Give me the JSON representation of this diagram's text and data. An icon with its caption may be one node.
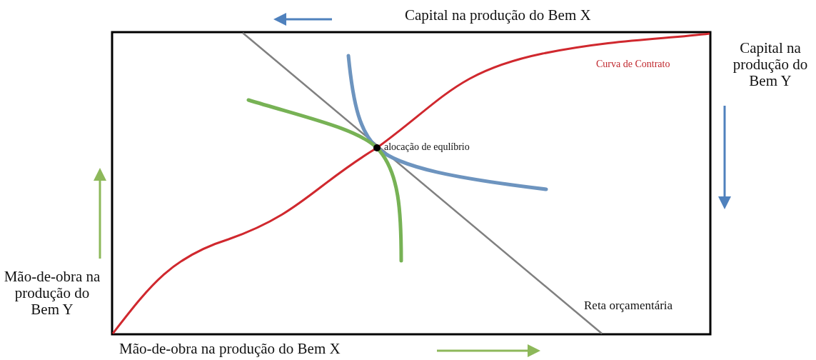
{
  "diagram": {
    "labels": [
      "Capital na produção do Bem X",
      "Capital na produção do Bem Y",
      "Curva de Contrato",
      "alocação de equlíbrio",
      "Mão-de-obra na produção do Bem Y",
      "Reta orçamentária",
      "Mão-de-obra na produção do Bem X"
    ]
  }
}
